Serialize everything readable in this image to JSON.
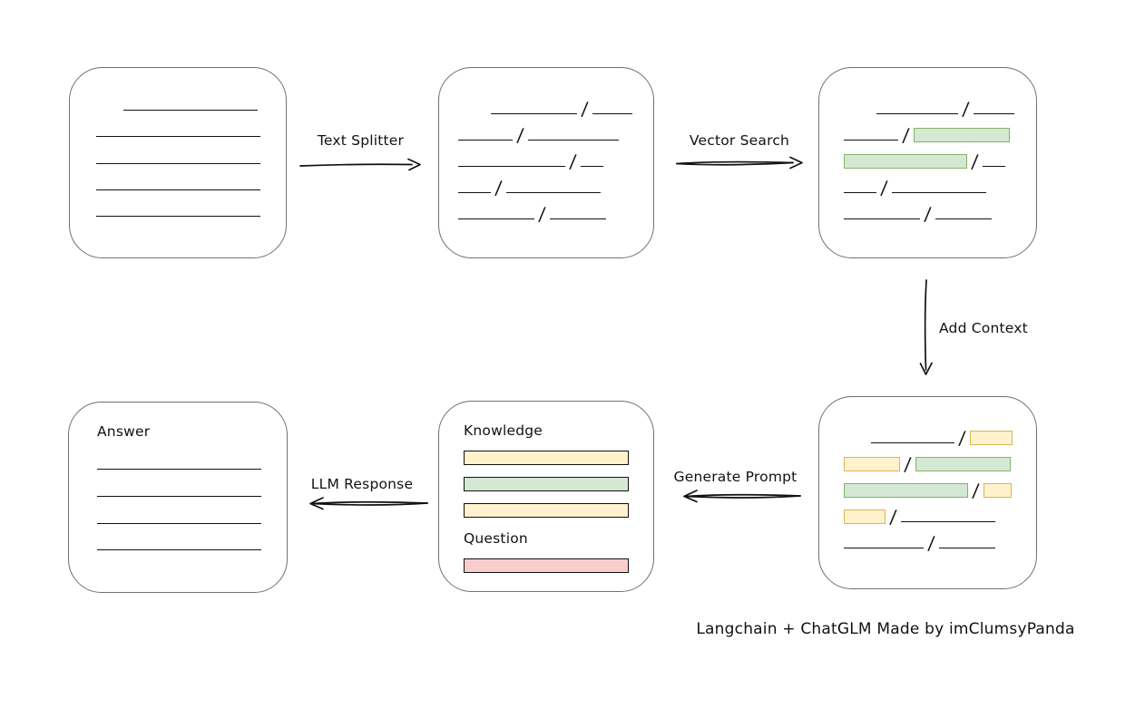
{
  "caption": "Langchain + ChatGLM Made by imClumsyPanda",
  "colors": {
    "ink": "#111111",
    "box_stroke": "#707070",
    "green_fill": "#d5e8d4",
    "green_stroke": "#82b366",
    "yellow_fill": "#fff2cc",
    "yellow_stroke": "#d6b656",
    "red_fill": "#f8cecc",
    "red_stroke": "#b85450"
  },
  "arrows": {
    "text_splitter": "Text Splitter",
    "vector_search": "Vector Search",
    "add_context": "Add Context",
    "generate_prompt": "Generate Prompt",
    "llm_response": "LLM Response"
  },
  "nodes": {
    "document": {
      "lines": [
        {
          "indent": 30,
          "w": 148
        },
        {
          "w": 181
        },
        {
          "w": 181
        },
        {
          "w": 181
        },
        {
          "w": 181
        }
      ]
    },
    "split_text": {
      "rows": [
        {
          "indent": 36,
          "segments": [
            {
              "t": "line",
              "w": 95
            },
            {
              "t": "line",
              "w": 44
            }
          ]
        },
        {
          "segments": [
            {
              "t": "line",
              "w": 60
            },
            {
              "t": "line",
              "w": 100
            }
          ]
        },
        {
          "segments": [
            {
              "t": "line",
              "w": 118
            },
            {
              "t": "line",
              "w": 25
            }
          ]
        },
        {
          "segments": [
            {
              "t": "line",
              "w": 36
            },
            {
              "t": "line",
              "w": 104
            }
          ]
        },
        {
          "segments": [
            {
              "t": "line",
              "w": 84
            },
            {
              "t": "line",
              "w": 62
            }
          ]
        }
      ]
    },
    "vector_result": {
      "rows": [
        {
          "indent": 36,
          "segments": [
            {
              "t": "line",
              "w": 90
            },
            {
              "t": "line",
              "w": 45
            }
          ]
        },
        {
          "segments": [
            {
              "t": "line",
              "w": 60
            },
            {
              "t": "green",
              "w": 106
            }
          ]
        },
        {
          "segments": [
            {
              "t": "green",
              "w": 136
            },
            {
              "t": "line",
              "w": 25
            }
          ]
        },
        {
          "segments": [
            {
              "t": "line",
              "w": 36
            },
            {
              "t": "line",
              "w": 104
            }
          ]
        },
        {
          "segments": [
            {
              "t": "line",
              "w": 84
            },
            {
              "t": "line",
              "w": 62
            }
          ]
        }
      ]
    },
    "context": {
      "rows": [
        {
          "indent": 30,
          "segments": [
            {
              "t": "line",
              "w": 92
            },
            {
              "t": "yellow",
              "w": 47
            }
          ]
        },
        {
          "segments": [
            {
              "t": "yellow",
              "w": 62
            },
            {
              "t": "green",
              "w": 105
            }
          ]
        },
        {
          "segments": [
            {
              "t": "green",
              "w": 137
            },
            {
              "t": "yellow",
              "w": 31
            }
          ]
        },
        {
          "segments": [
            {
              "t": "yellow",
              "w": 46
            },
            {
              "t": "line",
              "w": 104
            }
          ]
        },
        {
          "segments": [
            {
              "t": "line",
              "w": 88
            },
            {
              "t": "line",
              "w": 62
            }
          ]
        }
      ]
    },
    "prompt": {
      "knowledge_label": "Knowledge",
      "question_label": "Question",
      "knowledge_bars": [
        "yellow",
        "green",
        "yellow"
      ],
      "question_bars": [
        "red"
      ]
    },
    "answer": {
      "label": "Answer",
      "lines": [
        {
          "w": 181
        },
        {
          "w": 181
        },
        {
          "w": 181
        },
        {
          "w": 181
        }
      ]
    }
  }
}
